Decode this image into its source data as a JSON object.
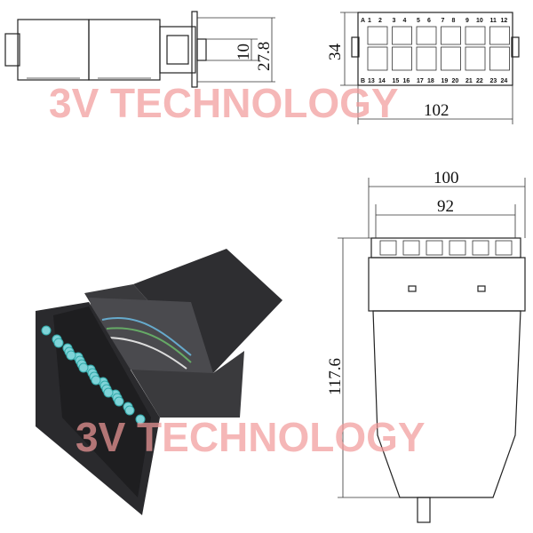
{
  "watermark": "3V TECHNOLOGY",
  "side_view": {
    "dim_inner": "10",
    "dim_height": "27.8"
  },
  "front_view": {
    "dim_height": "34",
    "dim_width": "102",
    "row_a_label": "A",
    "row_b_label": "B",
    "row_a_ports": [
      "1",
      "2",
      "3",
      "4",
      "5",
      "6",
      "7",
      "8",
      "9",
      "10",
      "11",
      "12"
    ],
    "row_b_ports": [
      "13",
      "14",
      "15",
      "16",
      "17",
      "18",
      "19",
      "20",
      "21",
      "22",
      "23",
      "24"
    ]
  },
  "top_view": {
    "dim_outer_width": "100",
    "dim_inner_width": "92",
    "dim_length": "117.6"
  },
  "colors": {
    "adapter": "#7fd3d8",
    "body": "#2a2a2d",
    "watermark": "#f29a9a"
  }
}
